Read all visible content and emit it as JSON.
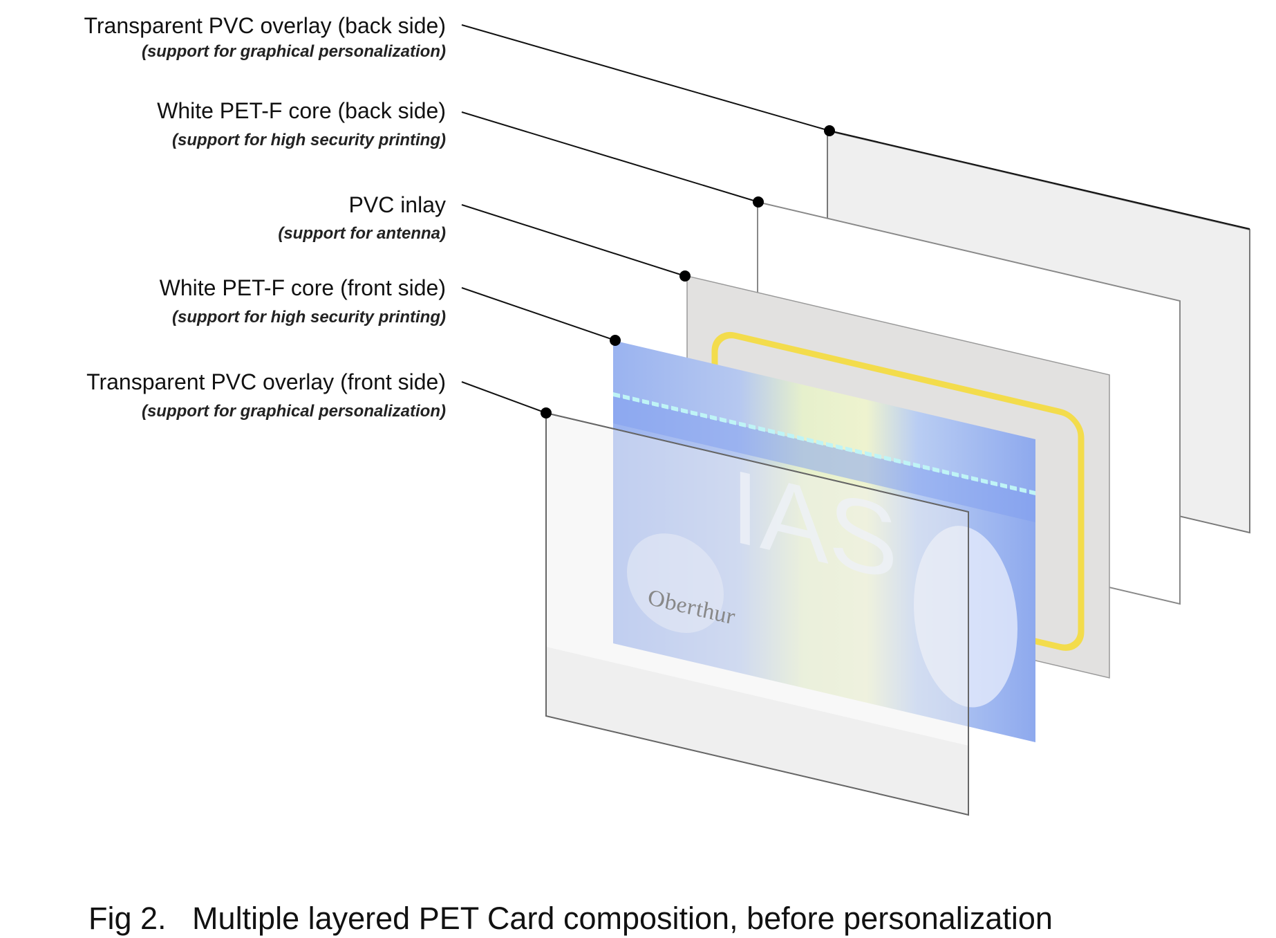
{
  "layers": [
    {
      "title": "Transparent PVC overlay (back side)",
      "subtitle": "(support for graphical personalization)"
    },
    {
      "title": "White PET-F core (back side)",
      "subtitle": "(support for high security printing)"
    },
    {
      "title": "PVC inlay",
      "subtitle": "(support for antenna)"
    },
    {
      "title": "White PET-F core (front side)",
      "subtitle": "(support for high security printing)"
    },
    {
      "title": "Transparent PVC overlay (front side)",
      "subtitle": "(support for graphical personalization)"
    }
  ],
  "card": {
    "watermark": "IAS",
    "logo": "Oberthur"
  },
  "caption": "Fig 2.   Multiple layered PET Card composition, before personalization",
  "colors": {
    "overlay": "#efefef",
    "core": "#ffffff",
    "inlay": "#e2e1e0",
    "antenna": "#f5dc3c",
    "card_blue": "#8fa9ee"
  }
}
